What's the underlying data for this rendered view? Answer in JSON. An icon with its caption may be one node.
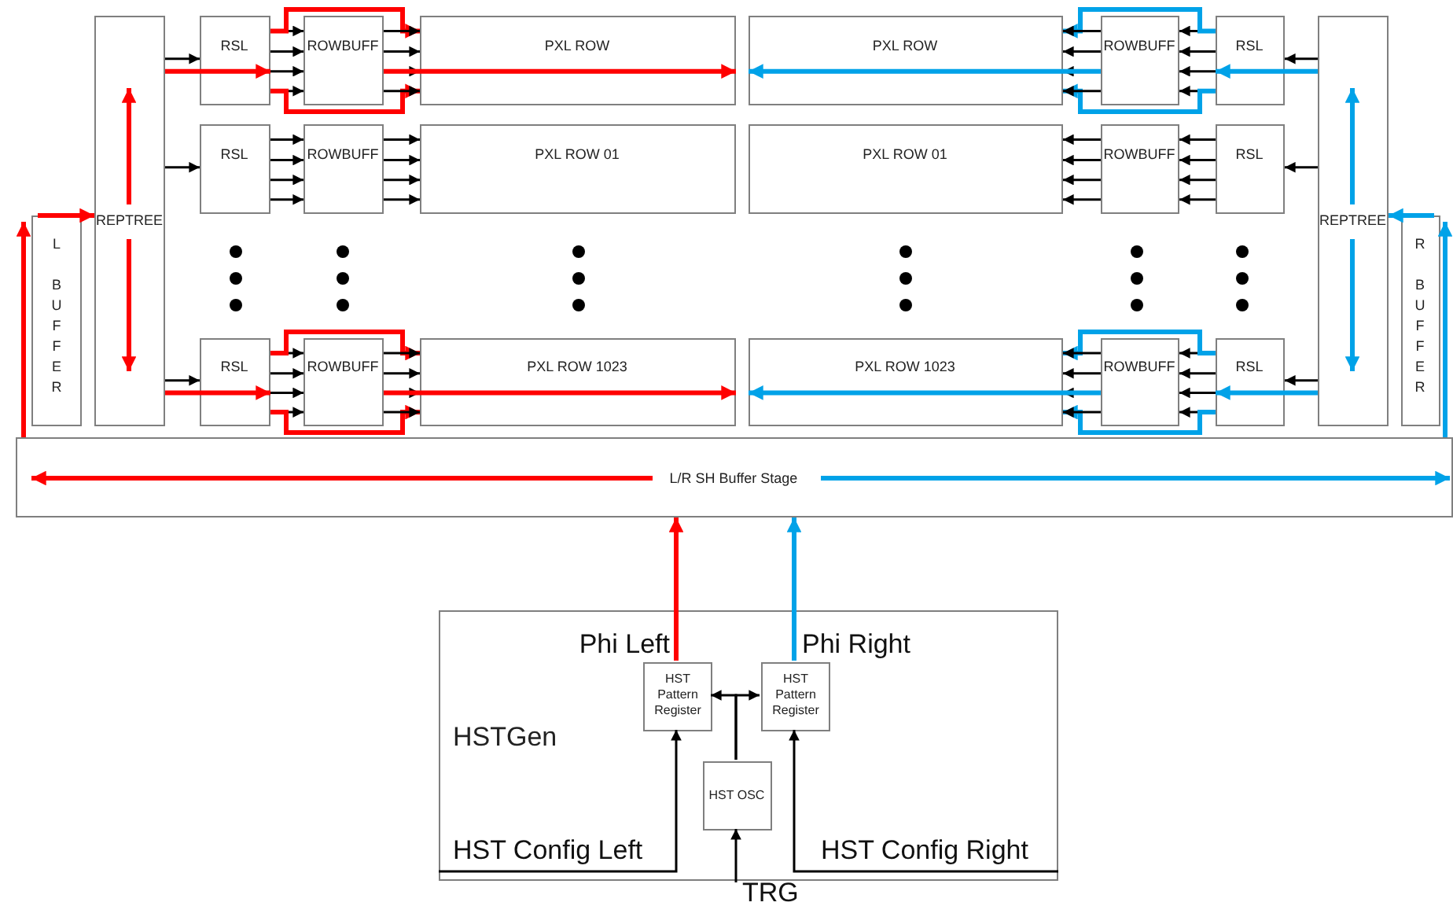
{
  "diagram": {
    "nodes": [
      {
        "text": [
          "REPTREE"
        ]
      },
      {
        "text": [
          "RSL"
        ]
      },
      {
        "text": [
          "ROWBUFF"
        ]
      },
      {
        "text": [
          "PXL ROW"
        ]
      },
      {
        "text": [
          "PXL ROW"
        ]
      },
      {
        "text": [
          "ROWBUFF"
        ]
      },
      {
        "text": [
          "RSL"
        ]
      },
      {
        "text": [
          "REPTREE"
        ]
      },
      {
        "text": [
          "RSL"
        ]
      },
      {
        "text": [
          "ROWBUFF"
        ]
      },
      {
        "text": [
          "PXL ROW 01"
        ]
      },
      {
        "text": [
          "PXL ROW 01"
        ]
      },
      {
        "text": [
          "ROWBUFF"
        ]
      },
      {
        "text": [
          "RSL"
        ]
      },
      {
        "text": [
          "L BUFFER"
        ]
      },
      {
        "text": [
          "R BUFFER"
        ]
      },
      {
        "text": [
          "RSL"
        ]
      },
      {
        "text": [
          "ROWBUFF"
        ]
      },
      {
        "text": [
          "PXL ROW 1023"
        ]
      },
      {
        "text": [
          "PXL ROW 1023"
        ]
      },
      {
        "text": [
          "ROWBUFF"
        ]
      },
      {
        "text": [
          "RSL"
        ]
      },
      {
        "text": [
          "L/R SH Buffer Stage"
        ]
      },
      {
        "text": [
          "HSTGen"
        ]
      },
      {
        "text": [
          "HST Pattern Register"
        ],
        "in": 23
      },
      {
        "text": [
          "HST Pattern Register"
        ],
        "in": 23
      },
      {
        "text": [
          "HST OSC"
        ],
        "in": 23
      },
      {
        "text": [
          "TRG"
        ]
      }
    ],
    "edges": [
      {
        "from": 22,
        "to": 14,
        "arrow": "to",
        "style": "thick",
        "color": "#ff0000"
      },
      {
        "from": 14,
        "to": 0,
        "arrow": "to",
        "style": "thick",
        "color": "#ff0000"
      },
      {
        "from": 0,
        "to": 1,
        "arrow": "to"
      },
      {
        "from": 0,
        "to": 1,
        "arrow": "to",
        "style": "thick",
        "color": "#ff0000"
      },
      {
        "from": 1,
        "to": 2,
        "arrow": "to"
      },
      {
        "from": 1,
        "to": 2,
        "arrow": "to"
      },
      {
        "from": 1,
        "to": 2,
        "arrow": "to"
      },
      {
        "from": 1,
        "to": 2,
        "arrow": "to"
      },
      {
        "from": 1,
        "to": 3,
        "arrow": "to",
        "style": "thick",
        "color": "#ff0000"
      },
      {
        "from": 1,
        "to": 3,
        "arrow": "to",
        "style": "thick",
        "color": "#ff0000"
      },
      {
        "from": 2,
        "to": 3,
        "arrow": "to"
      },
      {
        "from": 2,
        "to": 3,
        "arrow": "to"
      },
      {
        "from": 2,
        "to": 3,
        "arrow": "to"
      },
      {
        "from": 2,
        "to": 3,
        "arrow": "to"
      },
      {
        "from": 2,
        "to": 3,
        "arrow": "to",
        "style": "thick",
        "color": "#ff0000"
      },
      {
        "from": 7,
        "to": 6,
        "arrow": "to"
      },
      {
        "from": 7,
        "to": 6,
        "arrow": "to",
        "style": "thick",
        "color": "#00a2e8"
      },
      {
        "from": 6,
        "to": 5,
        "arrow": "to"
      },
      {
        "from": 6,
        "to": 5,
        "arrow": "to"
      },
      {
        "from": 6,
        "to": 5,
        "arrow": "to"
      },
      {
        "from": 6,
        "to": 5,
        "arrow": "to"
      },
      {
        "from": 6,
        "to": 4,
        "arrow": "to",
        "style": "thick",
        "color": "#00a2e8"
      },
      {
        "from": 6,
        "to": 4,
        "arrow": "to",
        "style": "thick",
        "color": "#00a2e8"
      },
      {
        "from": 5,
        "to": 4,
        "arrow": "to"
      },
      {
        "from": 5,
        "to": 4,
        "arrow": "to"
      },
      {
        "from": 5,
        "to": 4,
        "arrow": "to"
      },
      {
        "from": 5,
        "to": 4,
        "arrow": "to"
      },
      {
        "from": 5,
        "to": 4,
        "arrow": "to",
        "style": "thick",
        "color": "#00a2e8"
      },
      {
        "from": 0,
        "to": 8,
        "arrow": "to"
      },
      {
        "from": 8,
        "to": 9,
        "arrow": "to"
      },
      {
        "from": 8,
        "to": 9,
        "arrow": "to"
      },
      {
        "from": 8,
        "to": 9,
        "arrow": "to"
      },
      {
        "from": 8,
        "to": 9,
        "arrow": "to"
      },
      {
        "from": 9,
        "to": 10,
        "arrow": "to"
      },
      {
        "from": 9,
        "to": 10,
        "arrow": "to"
      },
      {
        "from": 9,
        "to": 10,
        "arrow": "to"
      },
      {
        "from": 9,
        "to": 10,
        "arrow": "to"
      },
      {
        "from": 7,
        "to": 13,
        "arrow": "to"
      },
      {
        "from": 13,
        "to": 12,
        "arrow": "to"
      },
      {
        "from": 13,
        "to": 12,
        "arrow": "to"
      },
      {
        "from": 13,
        "to": 12,
        "arrow": "to"
      },
      {
        "from": 13,
        "to": 12,
        "arrow": "to"
      },
      {
        "from": 12,
        "to": 11,
        "arrow": "to"
      },
      {
        "from": 12,
        "to": 11,
        "arrow": "to"
      },
      {
        "from": 12,
        "to": 11,
        "arrow": "to"
      },
      {
        "from": 12,
        "to": 11,
        "arrow": "to"
      },
      {
        "from": 0,
        "to": 16,
        "arrow": "to"
      },
      {
        "from": 0,
        "to": 16,
        "arrow": "to",
        "style": "thick",
        "color": "#ff0000"
      },
      {
        "from": 16,
        "to": 17,
        "arrow": "to"
      },
      {
        "from": 16,
        "to": 17,
        "arrow": "to"
      },
      {
        "from": 16,
        "to": 17,
        "arrow": "to"
      },
      {
        "from": 16,
        "to": 17,
        "arrow": "to"
      },
      {
        "from": 16,
        "to": 18,
        "arrow": "to",
        "style": "thick",
        "color": "#ff0000"
      },
      {
        "from": 16,
        "to": 18,
        "arrow": "to",
        "style": "thick",
        "color": "#ff0000"
      },
      {
        "from": 17,
        "to": 18,
        "arrow": "to"
      },
      {
        "from": 17,
        "to": 18,
        "arrow": "to"
      },
      {
        "from": 17,
        "to": 18,
        "arrow": "to"
      },
      {
        "from": 17,
        "to": 18,
        "arrow": "to"
      },
      {
        "from": 17,
        "to": 18,
        "arrow": "to",
        "style": "thick",
        "color": "#ff0000"
      },
      {
        "from": 7,
        "to": 21,
        "arrow": "to"
      },
      {
        "from": 7,
        "to": 21,
        "arrow": "to",
        "style": "thick",
        "color": "#00a2e8"
      },
      {
        "from": 21,
        "to": 20,
        "arrow": "to"
      },
      {
        "from": 21,
        "to": 20,
        "arrow": "to"
      },
      {
        "from": 21,
        "to": 20,
        "arrow": "to"
      },
      {
        "from": 21,
        "to": 20,
        "arrow": "to"
      },
      {
        "from": 21,
        "to": 19,
        "arrow": "to",
        "style": "thick",
        "color": "#00a2e8"
      },
      {
        "from": 21,
        "to": 19,
        "arrow": "to",
        "style": "thick",
        "color": "#00a2e8"
      },
      {
        "from": 20,
        "to": 19,
        "arrow": "to"
      },
      {
        "from": 20,
        "to": 19,
        "arrow": "to"
      },
      {
        "from": 20,
        "to": 19,
        "arrow": "to"
      },
      {
        "from": 20,
        "to": 19,
        "arrow": "to"
      },
      {
        "from": 20,
        "to": 19,
        "arrow": "to",
        "style": "thick",
        "color": "#00a2e8"
      },
      {
        "from": 22,
        "to": 15,
        "arrow": "to",
        "style": "thick",
        "color": "#00a2e8"
      },
      {
        "from": 15,
        "to": 7,
        "arrow": "to",
        "style": "thick",
        "color": "#00a2e8"
      },
      {
        "from": 24,
        "to": 22,
        "arrow": "to",
        "style": "thick",
        "color": "#ff0000"
      },
      {
        "from": 25,
        "to": 22,
        "arrow": "to",
        "style": "thick",
        "color": "#00a2e8"
      },
      {
        "from": 26,
        "to": 24,
        "arrow": "to"
      },
      {
        "from": 26,
        "to": 25,
        "arrow": "to"
      },
      {
        "from": null,
        "to": 24,
        "arrow": "to"
      },
      {
        "from": null,
        "to": 25,
        "arrow": "to"
      },
      {
        "from": 27,
        "to": 26,
        "arrow": "to"
      }
    ],
    "labels": [
      "Phi Left",
      "Phi Right",
      "HST Config Left",
      "HST Config Right"
    ]
  }
}
